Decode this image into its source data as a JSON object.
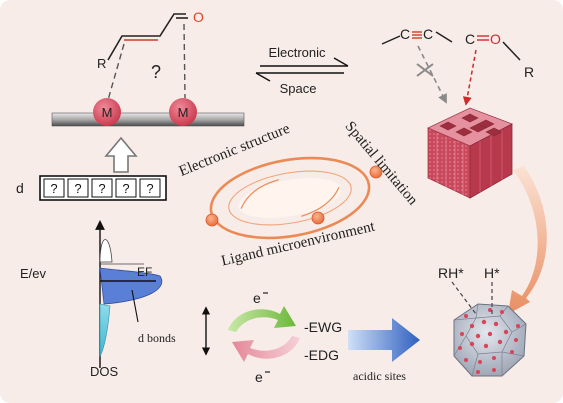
{
  "reaction": {
    "molecule_R": "R",
    "molecule_O": "O",
    "question": "?",
    "metal_label": "M"
  },
  "equilibrium": {
    "top_label": "Electronic",
    "bottom_label": "Space"
  },
  "substrates": {
    "alkyne_carbon_1": "C",
    "alkyne_carbon_2": "C",
    "carbonyl_C": "C",
    "carbonyl_O": "O",
    "carbonyl_R": "R"
  },
  "d_orbitals": {
    "label": "d",
    "boxes": [
      "?",
      "?",
      "?",
      "?",
      "?"
    ]
  },
  "ring": {
    "top_left": "Electronic structure",
    "right": "Spatial limitation",
    "bottom": "Ligand microenvironment"
  },
  "dos": {
    "y_label": "E/ev",
    "ef_label": "EF",
    "band_label": "d bonds",
    "x_label": "DOS"
  },
  "electron_effects": {
    "electron_top": "e",
    "electron_bottom": "e",
    "ewg": "-EWG",
    "edg": "-EDG",
    "acid_label": "acidic sites"
  },
  "catalyst": {
    "rh_label": "RH*",
    "h_label": "H*"
  },
  "colors": {
    "background": "#f7ece8",
    "metal": "#d8455a",
    "c_c_bond": "#c8402a",
    "carbonyl_red": "#d02a2a",
    "ring": "#ec8a55",
    "dos_blue": "#5a7fd6",
    "dos_cyan": "#4fc4d8",
    "green_arrow": "#7cc24a",
    "pink_arrow": "#e89aa6",
    "blue_arrow": "#3a68c8",
    "orange_arrow": "#e8895a"
  }
}
